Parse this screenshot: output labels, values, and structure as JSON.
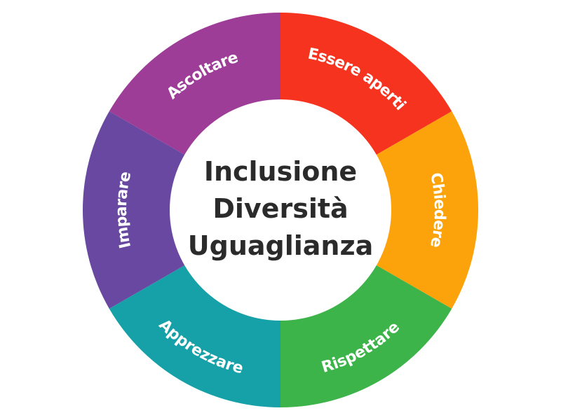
{
  "center": {
    "lines": [
      "Inclusione",
      "Diversità",
      "Uguaglianza"
    ]
  },
  "segments": [
    {
      "label": "Essere aperti",
      "color": "#f5331e"
    },
    {
      "label": "Chiedere",
      "color": "#fca20a"
    },
    {
      "label": "Rispettare",
      "color": "#3db44a"
    },
    {
      "label": "Apprezzare",
      "color": "#16a1a8"
    },
    {
      "label": "Imparare",
      "color": "#6848a0"
    },
    {
      "label": "Ascoltare",
      "color": "#9d3d97"
    }
  ]
}
